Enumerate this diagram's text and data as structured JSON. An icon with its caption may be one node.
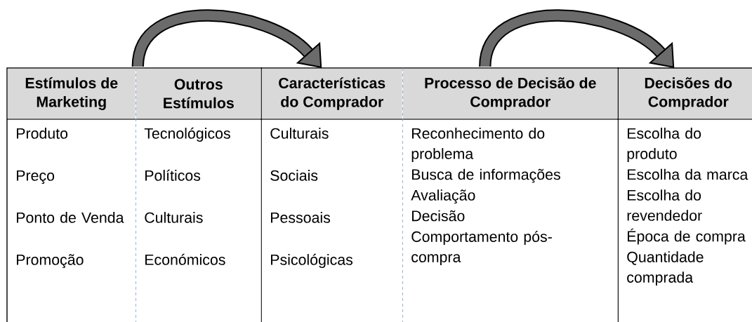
{
  "diagram": {
    "nodes": [
      {
        "text": [],
        "shape": "box"
      },
      {
        "text": [
          "Estímulos de Marketing",
          "Produto",
          "Preço",
          "Ponto de Venda",
          "Promoção"
        ],
        "in": 0
      },
      {
        "text": [
          "Outros Estímulos",
          "Tecnológicos",
          "Políticos",
          "Culturais",
          "Económicos"
        ],
        "in": 0
      },
      {
        "text": [],
        "shape": "box"
      },
      {
        "text": [
          "Características do Comprador",
          "Culturais",
          "Sociais",
          "Pessoais",
          "Psicológicas"
        ],
        "in": 3
      },
      {
        "text": [
          "Processo de Decisão de Comprador",
          "Reconhecimento do problema",
          "Busca de informações",
          "Avaliação",
          "Decisão",
          "Comportamento pós-compra"
        ],
        "in": 3
      },
      {
        "text": [],
        "shape": "box"
      },
      {
        "text": [
          "Decisões do Comprador",
          "Escolha do produto",
          "Escolha da marca",
          "Escolha do revendedor",
          "Época de compra",
          "Quantidade comprada"
        ],
        "in": 6
      }
    ],
    "edges": [
      {
        "from": 0,
        "to": 4,
        "arrow": "to"
      },
      {
        "from": 5,
        "to": 7,
        "arrow": "to"
      }
    ]
  }
}
